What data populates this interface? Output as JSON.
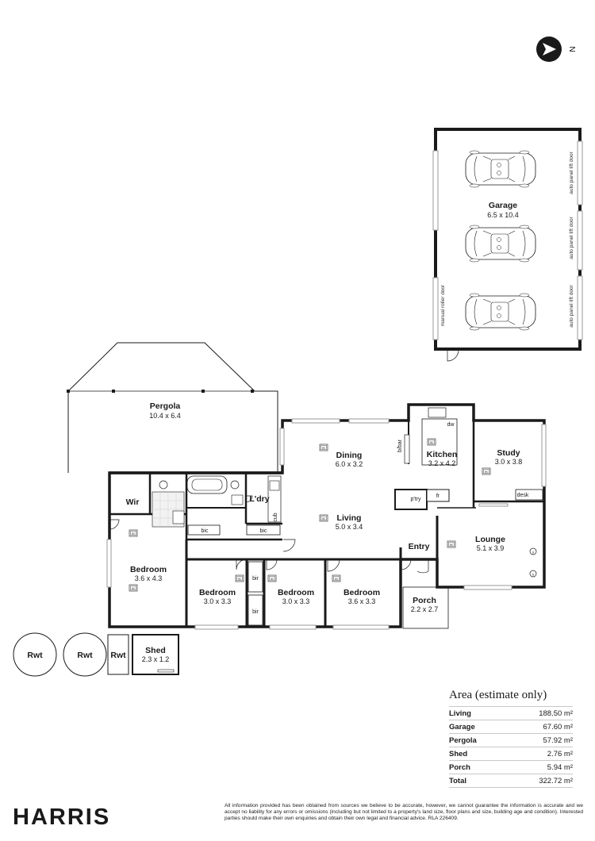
{
  "north_label": "N",
  "rooms": {
    "garage": {
      "name": "Garage",
      "dims": "6.5 x 10.4"
    },
    "pergola": {
      "name": "Pergola",
      "dims": "10.4 x 6.4"
    },
    "dining": {
      "name": "Dining",
      "dims": "6.0 x 3.2"
    },
    "kitchen": {
      "name": "Kitchen",
      "dims": "3.2 x 4.2"
    },
    "study": {
      "name": "Study",
      "dims": "3.0 x 3.8"
    },
    "living": {
      "name": "Living",
      "dims": "5.0 x 3.4"
    },
    "lounge": {
      "name": "Lounge",
      "dims": "5.1 x 3.9"
    },
    "bedroom1": {
      "name": "Bedroom",
      "dims": "3.6 x 4.3"
    },
    "bedroom2": {
      "name": "Bedroom",
      "dims": "3.0 x 3.3"
    },
    "bedroom3": {
      "name": "Bedroom",
      "dims": "3.0 x 3.3"
    },
    "bedroom4": {
      "name": "Bedroom",
      "dims": "3.6 x 3.3"
    },
    "porch": {
      "name": "Porch",
      "dims": "2.2 x 2.7"
    },
    "shed": {
      "name": "Shed",
      "dims": "2.3 x 1.2"
    },
    "wir": {
      "name": "Wir"
    },
    "laundry": {
      "name": "L'dry"
    },
    "entry": {
      "name": "Entry"
    }
  },
  "fixtures": {
    "pantry": "p'try",
    "fridge": "fr",
    "desk": "desk",
    "dishwasher": "dw",
    "breakfast_bar": "b/bar",
    "bic": "bic",
    "bir": "bir",
    "cupboard": "cub",
    "ac": "ac",
    "smoke": "S"
  },
  "garage_doors": {
    "auto_door": "auto panel lift door",
    "roller_door": "manual roller door"
  },
  "tanks": [
    "Rwt",
    "Rwt",
    "Rwt"
  ],
  "area_table": {
    "title": "Area (estimate only)",
    "rows": [
      {
        "name": "Living",
        "value": "188.50 m²"
      },
      {
        "name": "Garage",
        "value": "67.60 m²"
      },
      {
        "name": "Pergola",
        "value": "57.92 m²"
      },
      {
        "name": "Shed",
        "value": "2.76 m²"
      },
      {
        "name": "Porch",
        "value": "5.94 m²"
      }
    ],
    "total": {
      "name": "Total",
      "value": "322.72 m²"
    }
  },
  "brand": "HARRIS",
  "disclaimer": "All information provided has been obtained from sources we believe to be accurate, however, we cannot guarantee the information is accurate and we accept no liability for any errors or omissions (including but not limited to a property's land size, floor plans and size, building age and condition). Interested parties should make their own enquiries and obtain their own legal and financial advice. RLA 226409."
}
